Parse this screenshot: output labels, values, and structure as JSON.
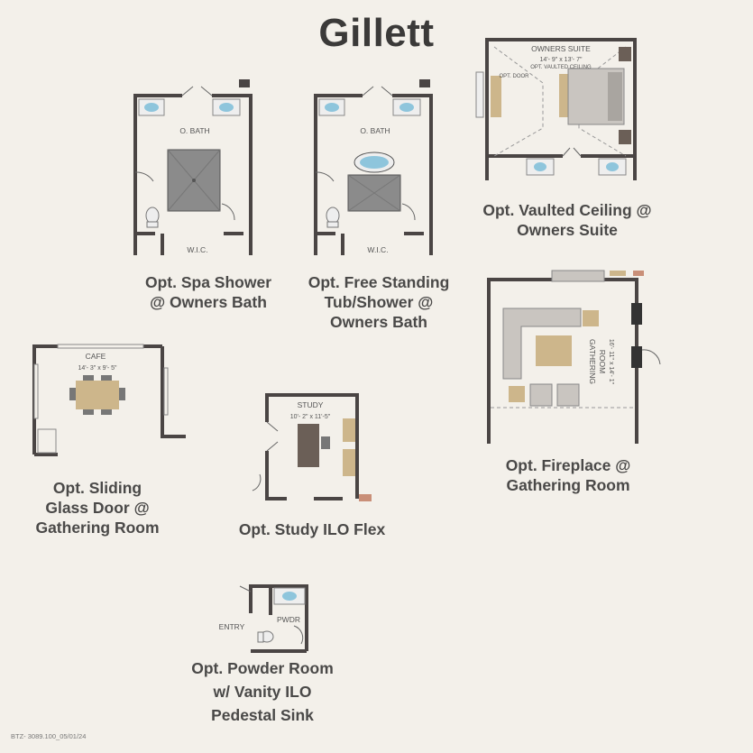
{
  "title": "Gillett",
  "colors": {
    "background": "#f3f0ea",
    "wall": "#4a4544",
    "shower": "#8b8b8b",
    "wood": "#cdb68b",
    "dark_wood": "#6b5f57",
    "sofa": "#c9c5c0",
    "water": "#8ec5dc",
    "accent": "#c98f78"
  },
  "options": [
    {
      "id": "spa-shower",
      "caption": [
        "Opt. Spa Shower",
        "@ Owners Bath"
      ],
      "room_labels": [
        "O. BATH",
        "W.I.C."
      ]
    },
    {
      "id": "free-standing-tub",
      "caption": [
        "Opt. Free Standing",
        "Tub/Shower @",
        "Owners Bath"
      ],
      "room_labels": [
        "O. BATH",
        "W.I.C."
      ]
    },
    {
      "id": "vaulted-ceiling",
      "caption": [
        "Opt. Vaulted Ceiling @",
        "Owners Suite"
      ],
      "room_labels": [
        "OWNERS SUITE",
        "14'- 9\" x 13'- 7\"",
        "OPT. VAULTED CEILING",
        "OPT. DOOR"
      ]
    },
    {
      "id": "sliding-glass-door",
      "caption": [
        "Opt. Sliding",
        "Glass Door @",
        "Gathering Room"
      ],
      "room_labels": [
        "CAFE",
        "14'- 3\" x 9'- 5\""
      ]
    },
    {
      "id": "study",
      "caption": [
        "Opt. Study ILO Flex"
      ],
      "room_labels": [
        "STUDY",
        "10'- 2\" x 11'-5\""
      ]
    },
    {
      "id": "fireplace",
      "caption": [
        "Opt. Fireplace @",
        "Gathering Room"
      ],
      "room_labels": [
        "GATHERING",
        "ROOM",
        "16'- 11\" x 14'- 1\""
      ]
    },
    {
      "id": "powder-room",
      "caption": [
        "Opt. Powder Room",
        "w/ Vanity ILO",
        "Pedestal Sink"
      ],
      "room_labels": [
        "ENTRY",
        "PWDR"
      ]
    }
  ],
  "footer": "BTZ- 3089.100_05/01/24"
}
